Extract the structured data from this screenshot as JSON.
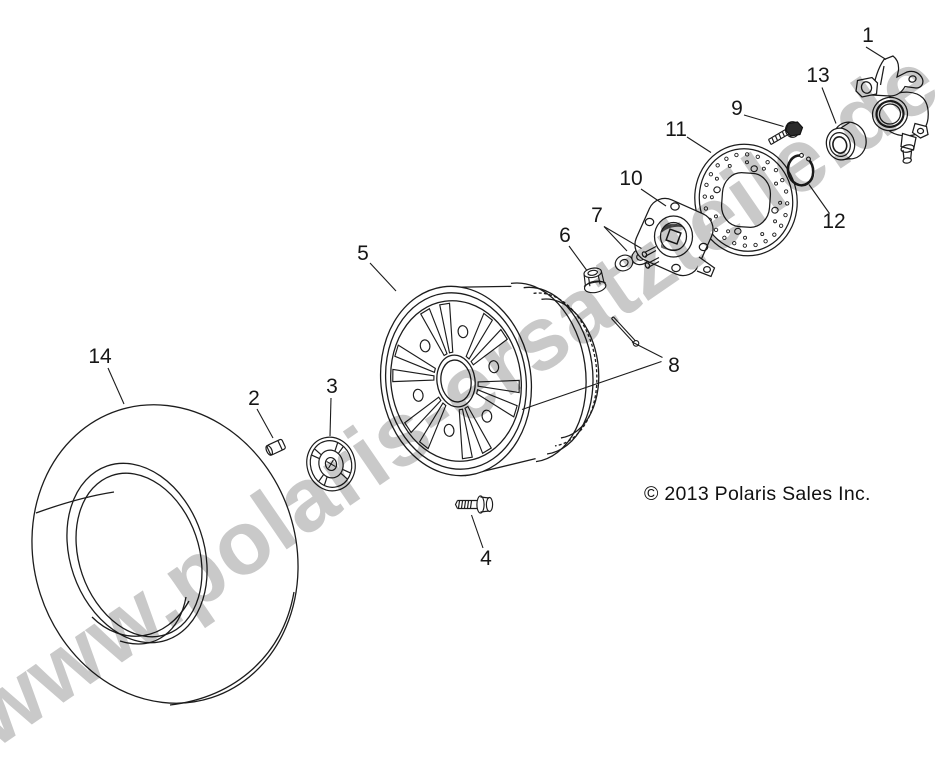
{
  "watermark": {
    "text": "www.polaris-ersatzteile.de",
    "color": "#c9c9c9"
  },
  "copyright": {
    "text": "© 2013 Polaris Sales Inc."
  },
  "colors": {
    "line": "#1c1c1c",
    "background": "#ffffff"
  },
  "diagram": {
    "kind": "exploded-parts-diagram",
    "subject": "wheel-assembly"
  },
  "callouts": [
    {
      "label": "1",
      "part": "steering-knuckle-bearing-carrier"
    },
    {
      "label": "2",
      "part": "valve-stem"
    },
    {
      "label": "3",
      "part": "center-cap"
    },
    {
      "label": "4",
      "part": "wheel-lug-bolt"
    },
    {
      "label": "5",
      "part": "rim"
    },
    {
      "label": "6",
      "part": "spindle-nut"
    },
    {
      "label": "7",
      "part": "washers"
    },
    {
      "label": "8",
      "part": "cotter-pin"
    },
    {
      "label": "9",
      "part": "disc-screw"
    },
    {
      "label": "10",
      "part": "wheel-hub"
    },
    {
      "label": "11",
      "part": "brake-disc"
    },
    {
      "label": "12",
      "part": "snap-ring"
    },
    {
      "label": "13",
      "part": "ball-bearing"
    },
    {
      "label": "14",
      "part": "tire"
    }
  ]
}
